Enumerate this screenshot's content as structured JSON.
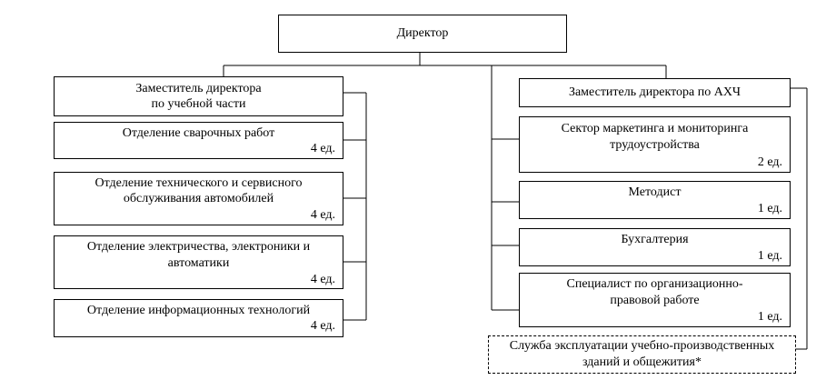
{
  "director": {
    "title": "Директор"
  },
  "left": {
    "head": {
      "line1": "Заместитель директора",
      "line2": "по учебной части"
    },
    "units": [
      {
        "line1": "Отделение сварочных работ",
        "line2": "",
        "count": "4 ед."
      },
      {
        "line1": "Отделение технического и сервисного",
        "line2": "обслуживания автомобилей",
        "count": "4 ед."
      },
      {
        "line1": "Отделение электричества, электроники и",
        "line2": "автоматики",
        "count": "4 ед."
      },
      {
        "line1": "Отделение информационных технологий",
        "line2": "",
        "count": "4 ед."
      }
    ]
  },
  "right": {
    "head": {
      "line1": "Заместитель директора по АХЧ"
    },
    "units": [
      {
        "line1": "Сектор маркетинга и мониторинга",
        "line2": "трудоустройства",
        "count": "2 ед."
      },
      {
        "line1": "Методист",
        "line2": "",
        "count": "1 ед."
      },
      {
        "line1": "Бухгалтерия",
        "line2": "",
        "count": "1 ед."
      },
      {
        "line1": "Специалист по организационно-",
        "line2": "правовой работе",
        "count": "1 ед."
      }
    ],
    "service": {
      "line1": "Служба эксплуатации учебно-производственных",
      "line2": "зданий и общежития*"
    }
  }
}
